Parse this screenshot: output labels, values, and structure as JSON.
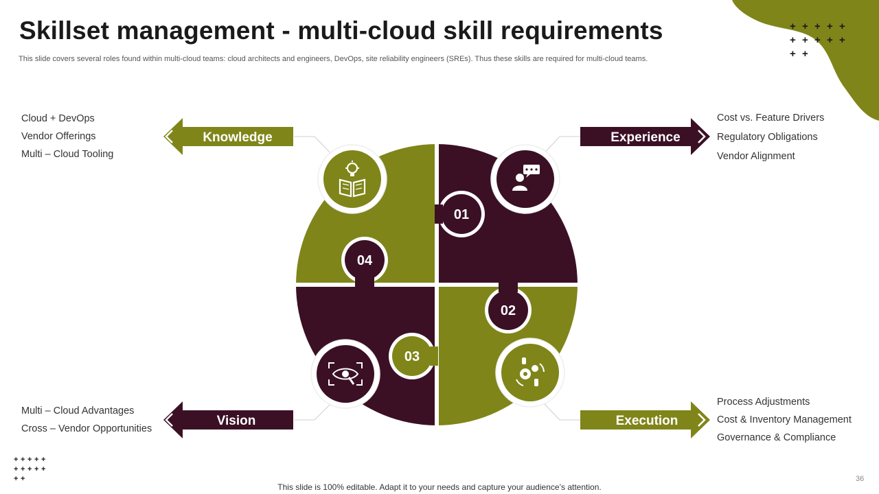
{
  "slide": {
    "title": "Skillset management - multi-cloud skill requirements",
    "subtitle": "This slide covers several roles found within multi-cloud teams: cloud architects and engineers, DevOps, site reliability engineers (SREs). Thus these skills are required for multi-cloud teams.",
    "footer": "This slide is 100% editable. Adapt it to your needs and capture your audience’s attention.",
    "page_number": "36"
  },
  "colors": {
    "olive": "#7f8519",
    "plum": "#3b1024",
    "text": "#333333"
  },
  "quadrants": {
    "knowledge": {
      "label": "Knowledge",
      "number": "04",
      "icon": "brain-book-icon",
      "items": [
        "Cloud + DevOps",
        "Vendor Offerings",
        "Multi – Cloud Tooling"
      ]
    },
    "experience": {
      "label": "Experience",
      "number": "01",
      "icon": "presenter-rating-icon",
      "items": [
        "Cost vs. Feature Drivers",
        "Regulatory Obligations",
        "Vendor Alignment"
      ]
    },
    "vision": {
      "label": "Vision",
      "number": "03",
      "icon": "eye-search-icon",
      "items": [
        "Multi – Cloud Advantages",
        "Cross – Vendor Opportunities"
      ]
    },
    "execution": {
      "label": "Execution",
      "number": "02",
      "icon": "hand-gears-icon",
      "items": [
        "Process Adjustments",
        "Cost & Inventory Management",
        "Governance & Compliance"
      ]
    }
  }
}
